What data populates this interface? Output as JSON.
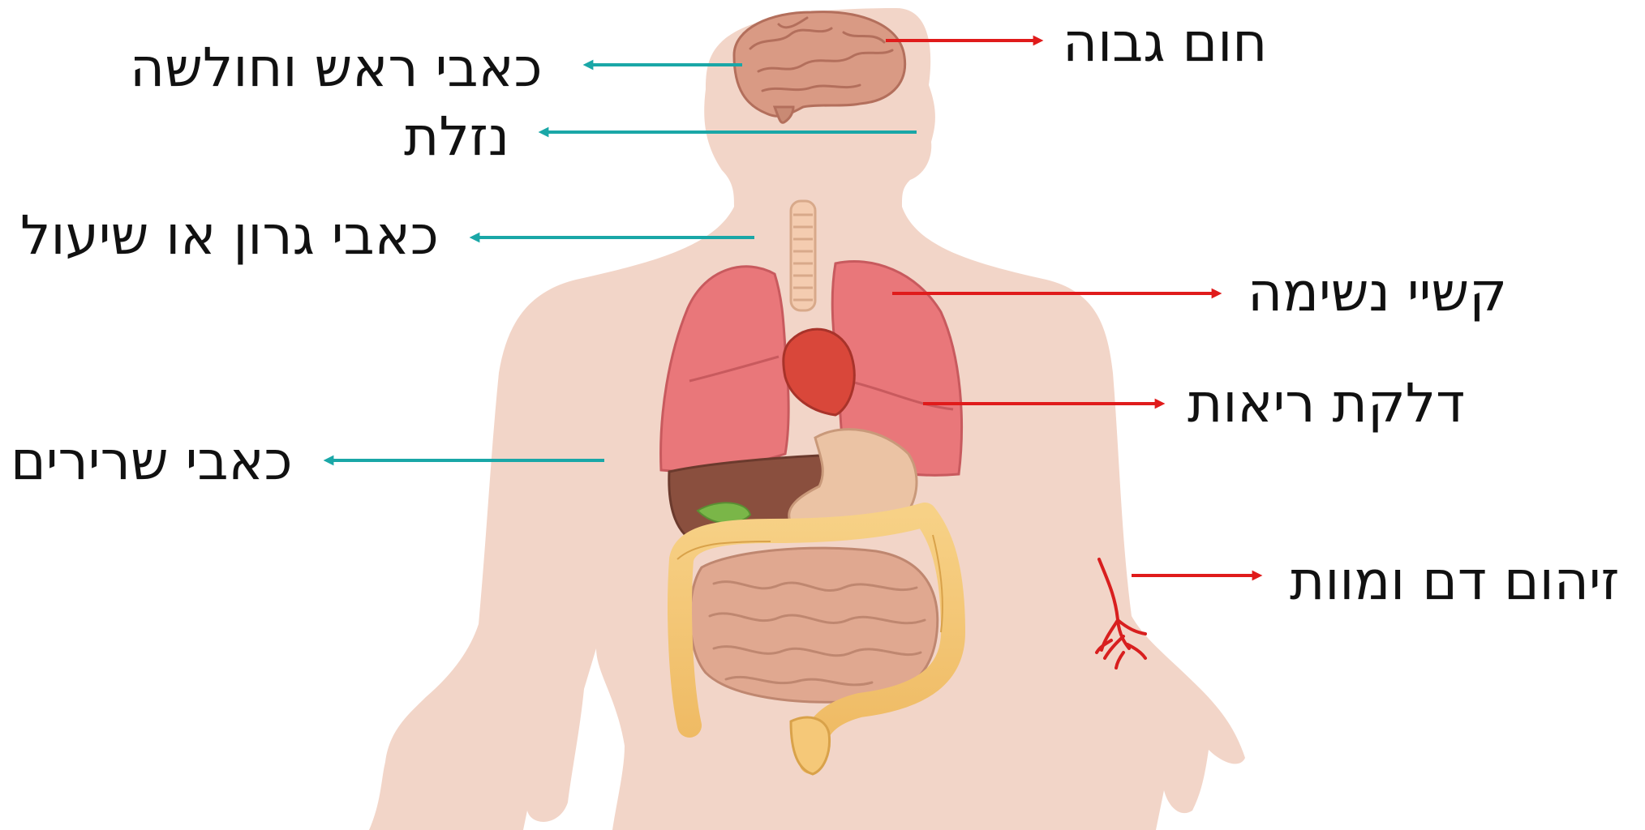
{
  "colors": {
    "cause_arrow": "#1aa7a7",
    "effect_arrow": "#e01b1b",
    "skin": "#f2d5c8",
    "lung": "#e9777a",
    "liver": "#8a4f3e",
    "intestine": "#e6b890",
    "colon": "#f5c878",
    "brain": "#d99a84"
  },
  "labels": {
    "fever": "חום גבוה",
    "headache": "כאבי ראש וחולשה",
    "runny_nose": "נזלת",
    "sore_throat": "כאבי גרון או שיעול",
    "breathing": "קשיי נשימה",
    "pneumonia": "דלקת ריאות",
    "muscle_pain": "כאבי שרירים",
    "sepsis": "זיהום דם ומוות"
  }
}
